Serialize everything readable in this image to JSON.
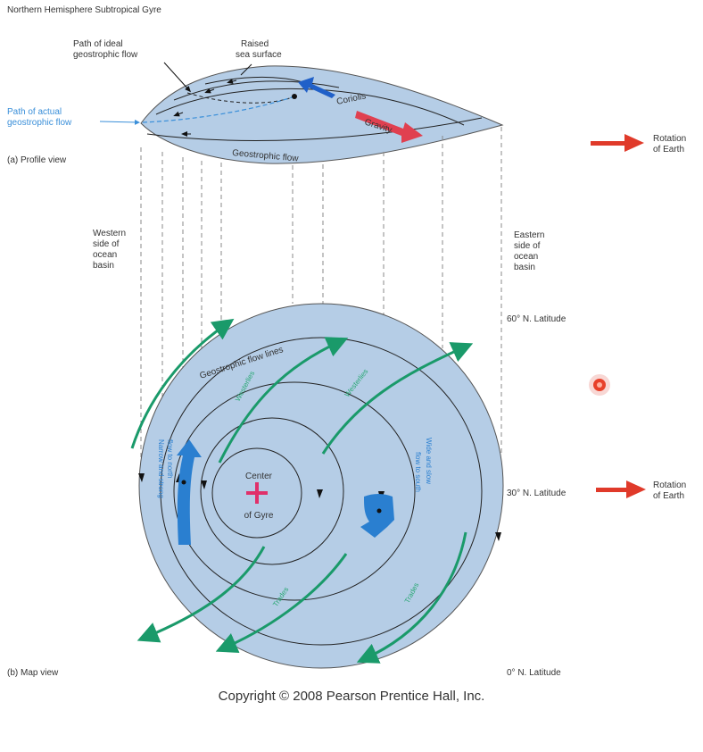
{
  "title": "Northern Hemisphere Subtropical Gyre",
  "profile": {
    "label_ideal_1": "Path of ideal",
    "label_ideal_2": "geostrophic flow",
    "label_raised_1": "Raised",
    "label_raised_2": "sea surface",
    "label_actual_1": "Path of actual",
    "label_actual_2": "geostrophic flow",
    "coriolis": "Coriolis",
    "gravity": "Gravity",
    "geostrophic_flow": "Geostrophic flow",
    "view_label": "(a) Profile view"
  },
  "sides": {
    "western": [
      "Western",
      "side of",
      "ocean",
      "basin"
    ],
    "eastern": [
      "Eastern",
      "side of",
      "ocean",
      "basin"
    ]
  },
  "latitudes": {
    "lat60": "60° N. Latitude",
    "lat30": "30° N. Latitude",
    "lat0": "0° N. Latitude"
  },
  "rotation": {
    "line1": "Rotation",
    "line2": "of Earth"
  },
  "map": {
    "flow_lines": "Geostrophic flow lines",
    "center_1": "Center",
    "center_2": "of Gyre",
    "westerlies": "Westerlies",
    "trades": "Trades",
    "western_boundary_1": "Narrow and strong",
    "western_boundary_2": "flow to north",
    "eastern_boundary_1": "Wide and slow",
    "eastern_boundary_2": "flow to south",
    "view_label": "(b) Map view"
  },
  "copyright": "Copyright © 2008 Pearson Prentice Hall, Inc.",
  "colors": {
    "ocean": "#b5cde6",
    "flow_arrow": "#2a7fd0",
    "wind": "#1a9a6a",
    "rotation": "#e03a2a",
    "gravity": "#e04050",
    "center": "#e0306a"
  }
}
